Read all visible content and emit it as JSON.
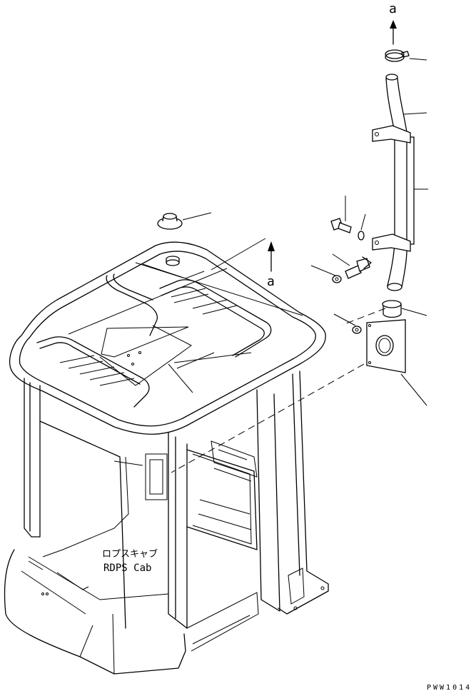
{
  "view_labels": {
    "top": "a",
    "cab_roof": "a"
  },
  "cab_label": {
    "jp": "ロプスキャブ",
    "en": "RDPS Cab"
  },
  "drawing_number": "PWW1014"
}
